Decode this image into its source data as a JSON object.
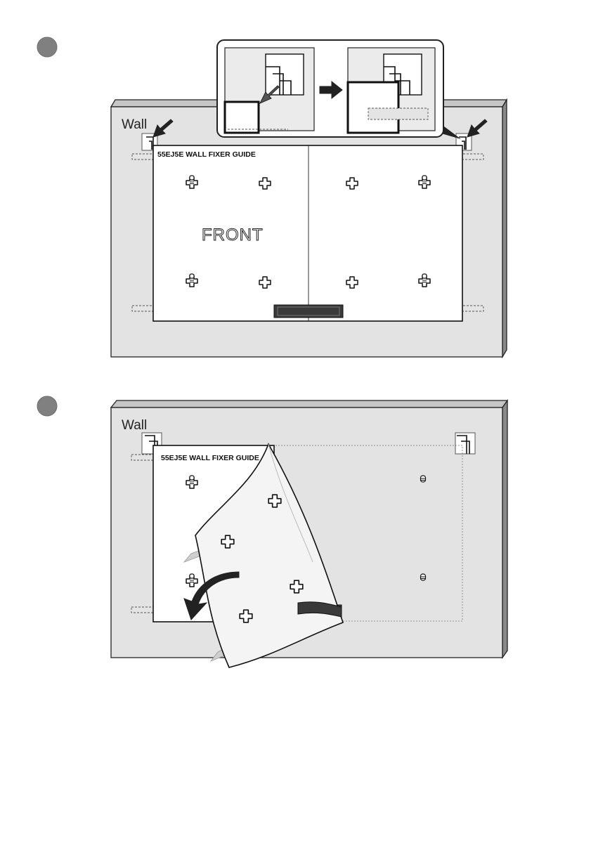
{
  "steps": [
    {
      "wall_label": "Wall",
      "guide_title": "55EJ5E WALL FIXER GUIDE",
      "front_label": "FRONT"
    },
    {
      "wall_label": "Wall",
      "guide_title": "55EJ5E WALL FIXER GUIDE"
    }
  ],
  "icons": [
    "arrow-icon",
    "bracket-icon",
    "screw-hole-icon",
    "curved-arrow-icon"
  ],
  "colors": {
    "wall": "#e3e3e3",
    "wall_top": "#c6c6c6",
    "wall_side": "#8a8a8a",
    "step_marker": "#808080",
    "tape": "#e4e4e4"
  }
}
